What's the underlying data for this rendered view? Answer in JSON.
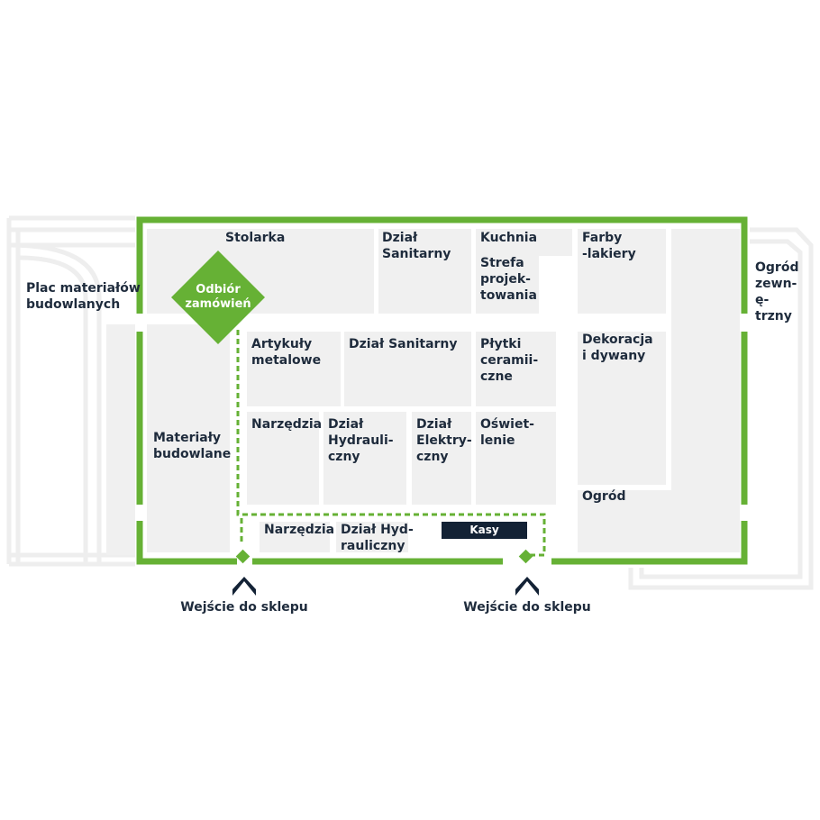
{
  "colors": {
    "store_outline": "#66b135",
    "zone_fill": "#f0f0f0",
    "outdoor_outline": "#eeeeee",
    "text": "#1e2b3c",
    "checkout_fill": "#132235"
  },
  "outside": {
    "building_yard": "Plac materiałów\nbudowlanych",
    "outdoor_garden": "Ogród\nzewn-\nę-\ntrzny"
  },
  "departments": {
    "joinery": "Stolarka",
    "sanitary_top": "Dział\nSanitarny",
    "kitchen": "Kuchnia",
    "design_zone": "Strefa\nprojek-\ntowania",
    "paints": "Farby\n-lakiery",
    "metal_items": "Artykuły\nmetalowe",
    "sanitary_mid": "Dział Sanitarny",
    "tiles": "Płytki\nceramii-\nczne",
    "decoration": "Dekoracja\ni dywany",
    "building_materials": "Materiały\nbudowlane",
    "tools_mid": "Narzędzia",
    "hydraulics_mid": "Dział\nHydrauli-\nczny",
    "electrical": "Dział\nElektry-\nczny",
    "lighting": "Oświet-\nlenie",
    "garden": "Ogród",
    "tools_bottom": "Narzędzia",
    "hydraulics_bottom": "Dział Hyd-\nrauliczny"
  },
  "pickup": {
    "label": "Odbiór\nzamówień",
    "icon": "diamond-marker-icon"
  },
  "checkout": {
    "label": "Kasy"
  },
  "entrances": [
    {
      "label": "Wejście do sklepu",
      "icon": "entrance-arrow-icon"
    },
    {
      "label": "Wejście do sklepu",
      "icon": "entrance-arrow-icon"
    }
  ]
}
